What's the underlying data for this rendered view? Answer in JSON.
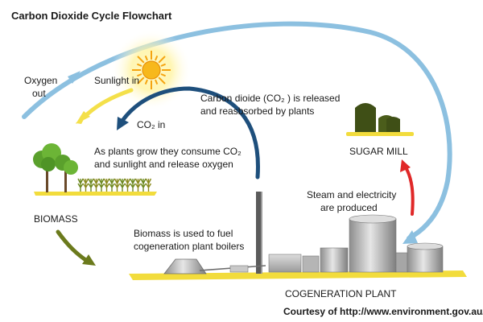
{
  "title": "Carbon Dioxide Cycle Flowchart",
  "labels": {
    "oxygen_out": [
      "Oxygen",
      "out"
    ],
    "sunlight_in": "Sunlight in",
    "co2_in": "CO₂ in",
    "co2_released": [
      "Carbon dioide (CO₂ ) is released",
      "and reasbsorbed by plants"
    ],
    "plants_grow": [
      "As plants grow they consume CO₂",
      "and sunlight and release oxygen"
    ],
    "sugar_mill": "SUGAR MILL",
    "steam": [
      "Steam and electricity",
      "are produced"
    ],
    "biomass": "BIOMASS",
    "biomass_fuel": [
      "Biomass is used to fuel",
      "cogeneration plant boilers"
    ],
    "cogeneration": "COGENERATION PLANT"
  },
  "credit": "Courtesy of http://www.environment.gov.au/",
  "colors": {
    "ground": "#f2dc3c",
    "sun": "#f5a410",
    "arrow_blue_light": "#8cc0e0",
    "arrow_blue_dark": "#1e4f7c",
    "arrow_yellow": "#f4e04a",
    "arrow_red": "#e02828",
    "arrow_olive": "#6b7a1c",
    "tree_green": "#5aa02c",
    "mill_green": "#3f4f16",
    "plant_grey": "#b9b9b9"
  }
}
